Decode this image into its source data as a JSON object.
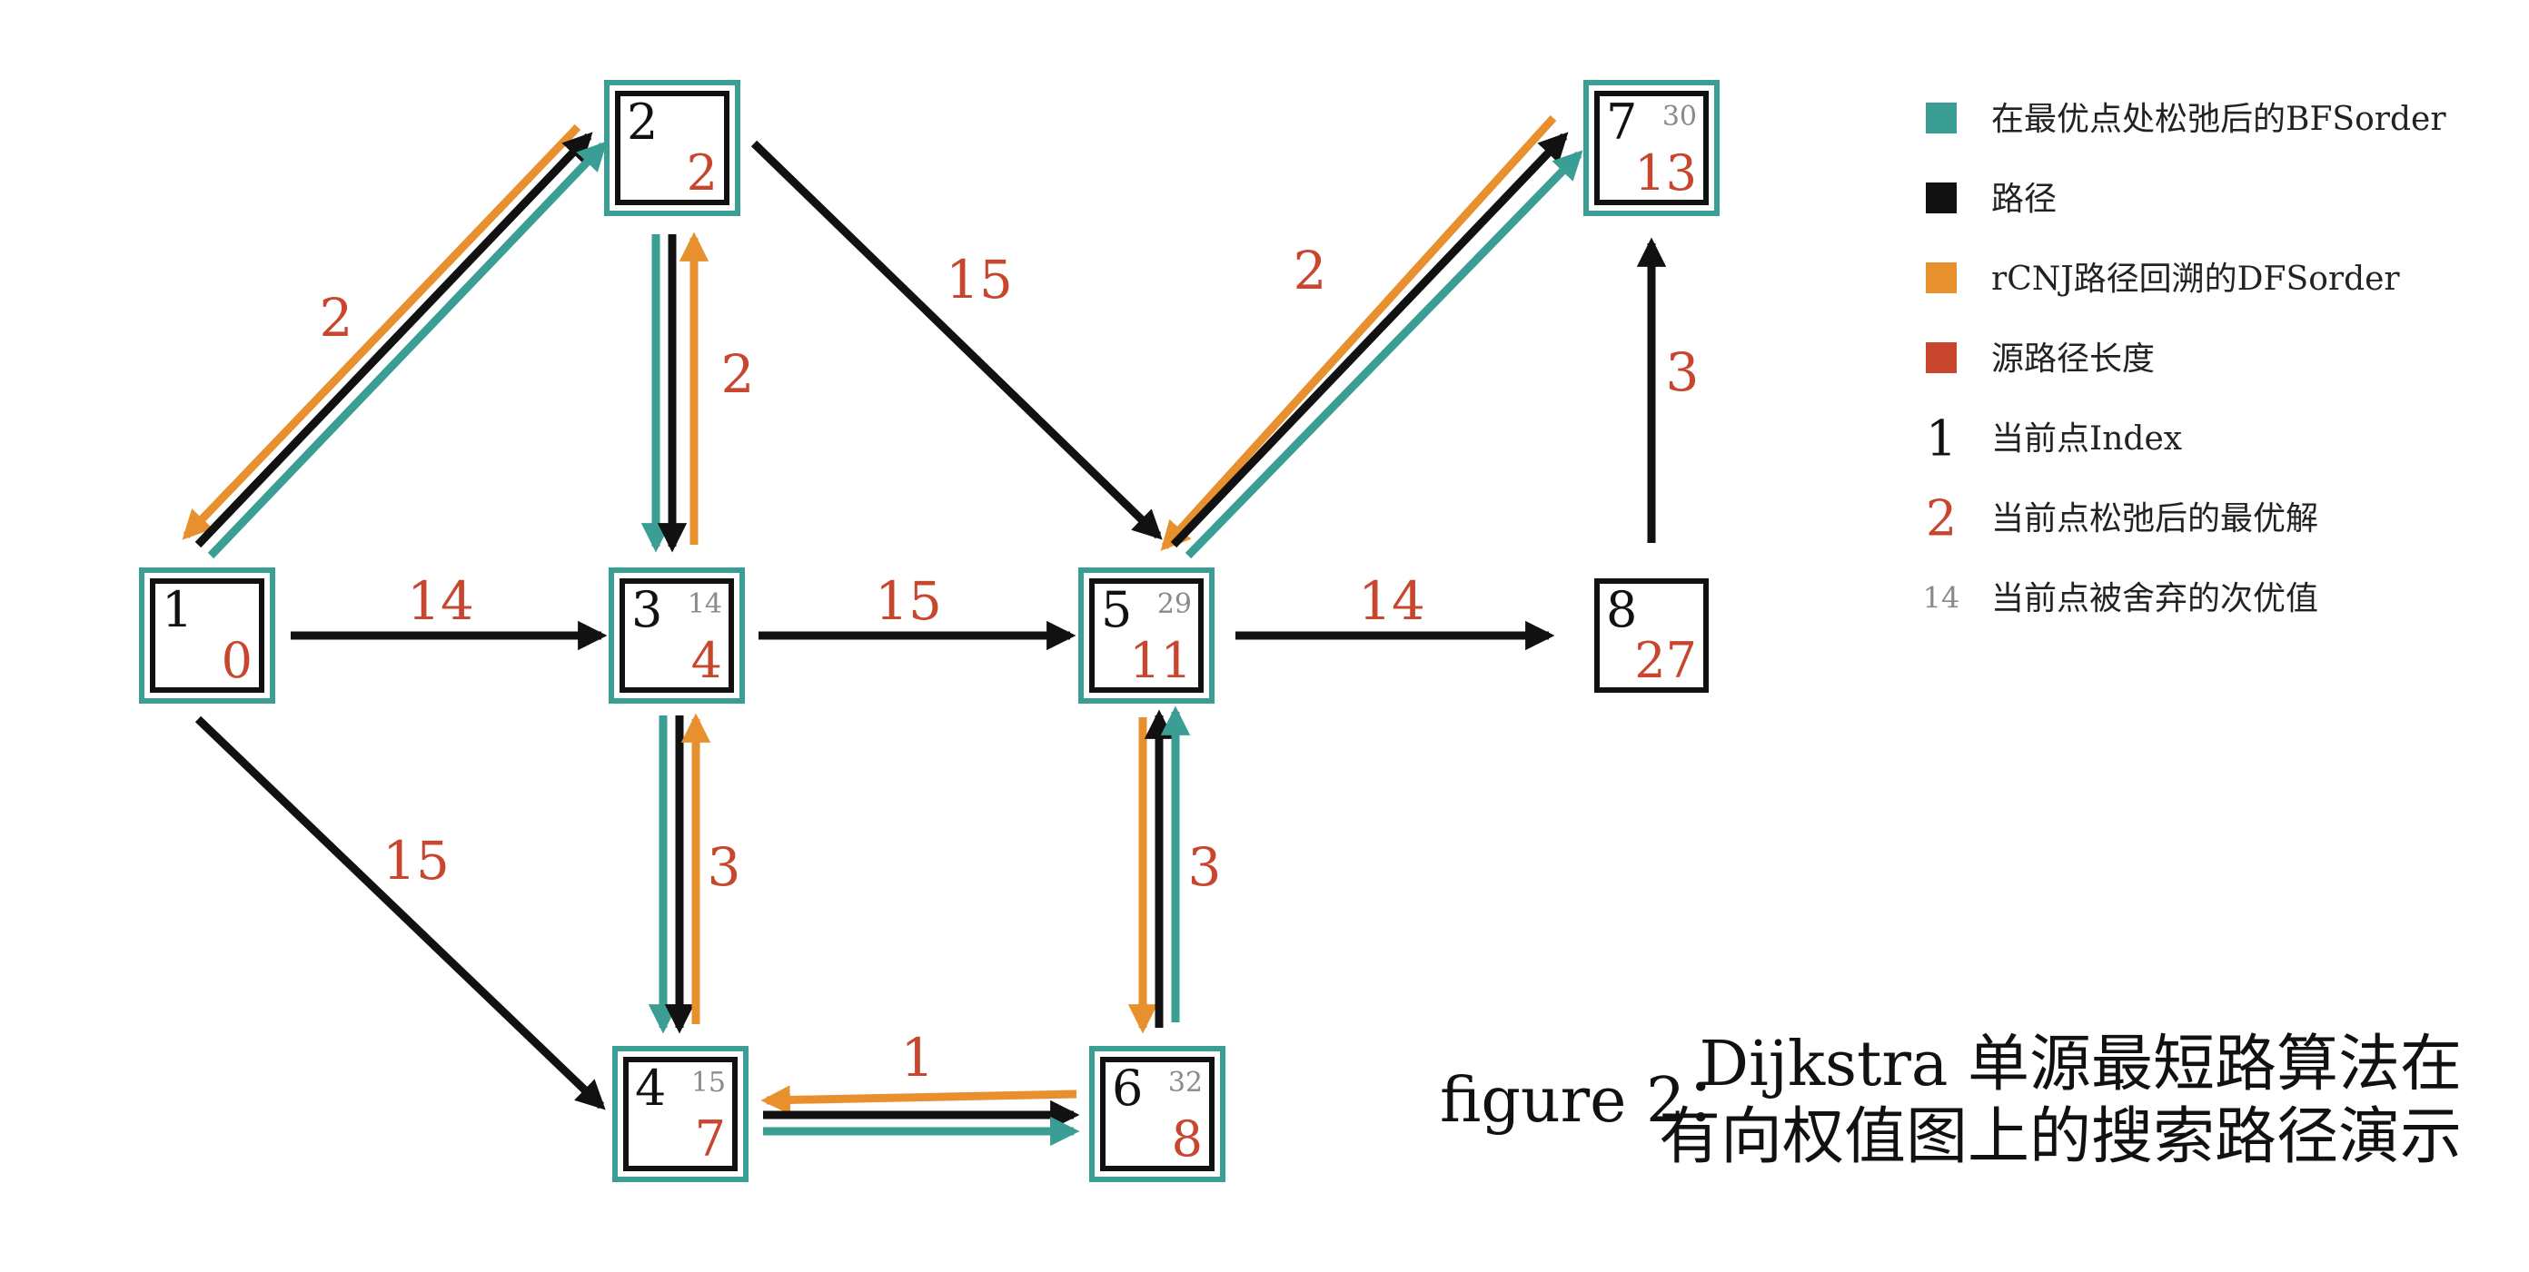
{
  "colors": {
    "bfs": "#3a9e95",
    "path": "#111111",
    "dfs": "#e8902e",
    "len": "#c8452e",
    "alt": "#8a8a8a"
  },
  "nodes": [
    {
      "id": "1",
      "index": "1",
      "value": "0",
      "alt": ""
    },
    {
      "id": "2",
      "index": "2",
      "value": "2",
      "alt": ""
    },
    {
      "id": "3",
      "index": "3",
      "value": "4",
      "alt": "14"
    },
    {
      "id": "4",
      "index": "4",
      "value": "7",
      "alt": "15"
    },
    {
      "id": "5",
      "index": "5",
      "value": "11",
      "alt": "29"
    },
    {
      "id": "6",
      "index": "6",
      "value": "8",
      "alt": "32"
    },
    {
      "id": "7",
      "index": "7",
      "value": "13",
      "alt": "30"
    },
    {
      "id": "8",
      "index": "8",
      "value": "27",
      "alt": ""
    }
  ],
  "edges": [
    {
      "from": "1",
      "to": "2",
      "weight": "2"
    },
    {
      "from": "1",
      "to": "3",
      "weight": "14"
    },
    {
      "from": "1",
      "to": "4",
      "weight": "15"
    },
    {
      "from": "2",
      "to": "3",
      "weight": "2"
    },
    {
      "from": "2",
      "to": "5",
      "weight": "15"
    },
    {
      "from": "3",
      "to": "5",
      "weight": "15"
    },
    {
      "from": "3",
      "to": "4",
      "weight": "3"
    },
    {
      "from": "4",
      "to": "6",
      "weight": "1"
    },
    {
      "from": "6",
      "to": "5",
      "weight": "3"
    },
    {
      "from": "5",
      "to": "7",
      "weight": "2"
    },
    {
      "from": "5",
      "to": "8",
      "weight": "14"
    },
    {
      "from": "8",
      "to": "7",
      "weight": "3"
    }
  ],
  "legend": [
    {
      "marker": "bfs",
      "label": "在最优点处松弛后的BFSorder"
    },
    {
      "marker": "path",
      "label": "路径"
    },
    {
      "marker": "dfs",
      "label": "rCNJ路径回溯的DFSorder"
    },
    {
      "marker": "len",
      "label": "源路径长度"
    },
    {
      "marker_text": "1",
      "label": "当前点Index"
    },
    {
      "marker_text": "2",
      "label": "当前点松弛后的最优解"
    },
    {
      "marker_text": "14",
      "label": "当前点被舍弃的次优值"
    }
  ],
  "caption": {
    "prefix": "figure 2：",
    "line1": "Dijkstra 单源最短路算法在",
    "line2": "有向权值图上的搜索路径演示"
  }
}
